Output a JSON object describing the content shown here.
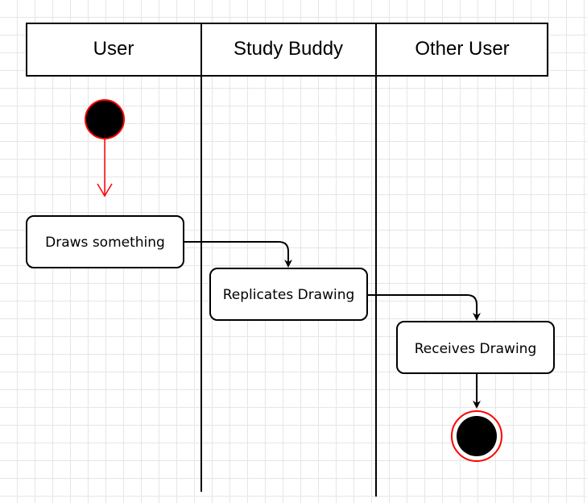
{
  "swimlanes": [
    {
      "title": "User"
    },
    {
      "title": "Study Buddy"
    },
    {
      "title": "Other User"
    }
  ],
  "activities": [
    {
      "label": "Draws something",
      "lane": "User"
    },
    {
      "label": "Replicates Drawing",
      "lane": "Study Buddy"
    },
    {
      "label": "Receives Drawing",
      "lane": "Other User"
    }
  ],
  "colors": {
    "initial_fill": "#000000",
    "initial_stroke": "#ff0000",
    "initial_arrow": "#ff0000",
    "flow_arrow": "#000000",
    "final_ring": "#ff0000",
    "final_fill": "#000000"
  }
}
